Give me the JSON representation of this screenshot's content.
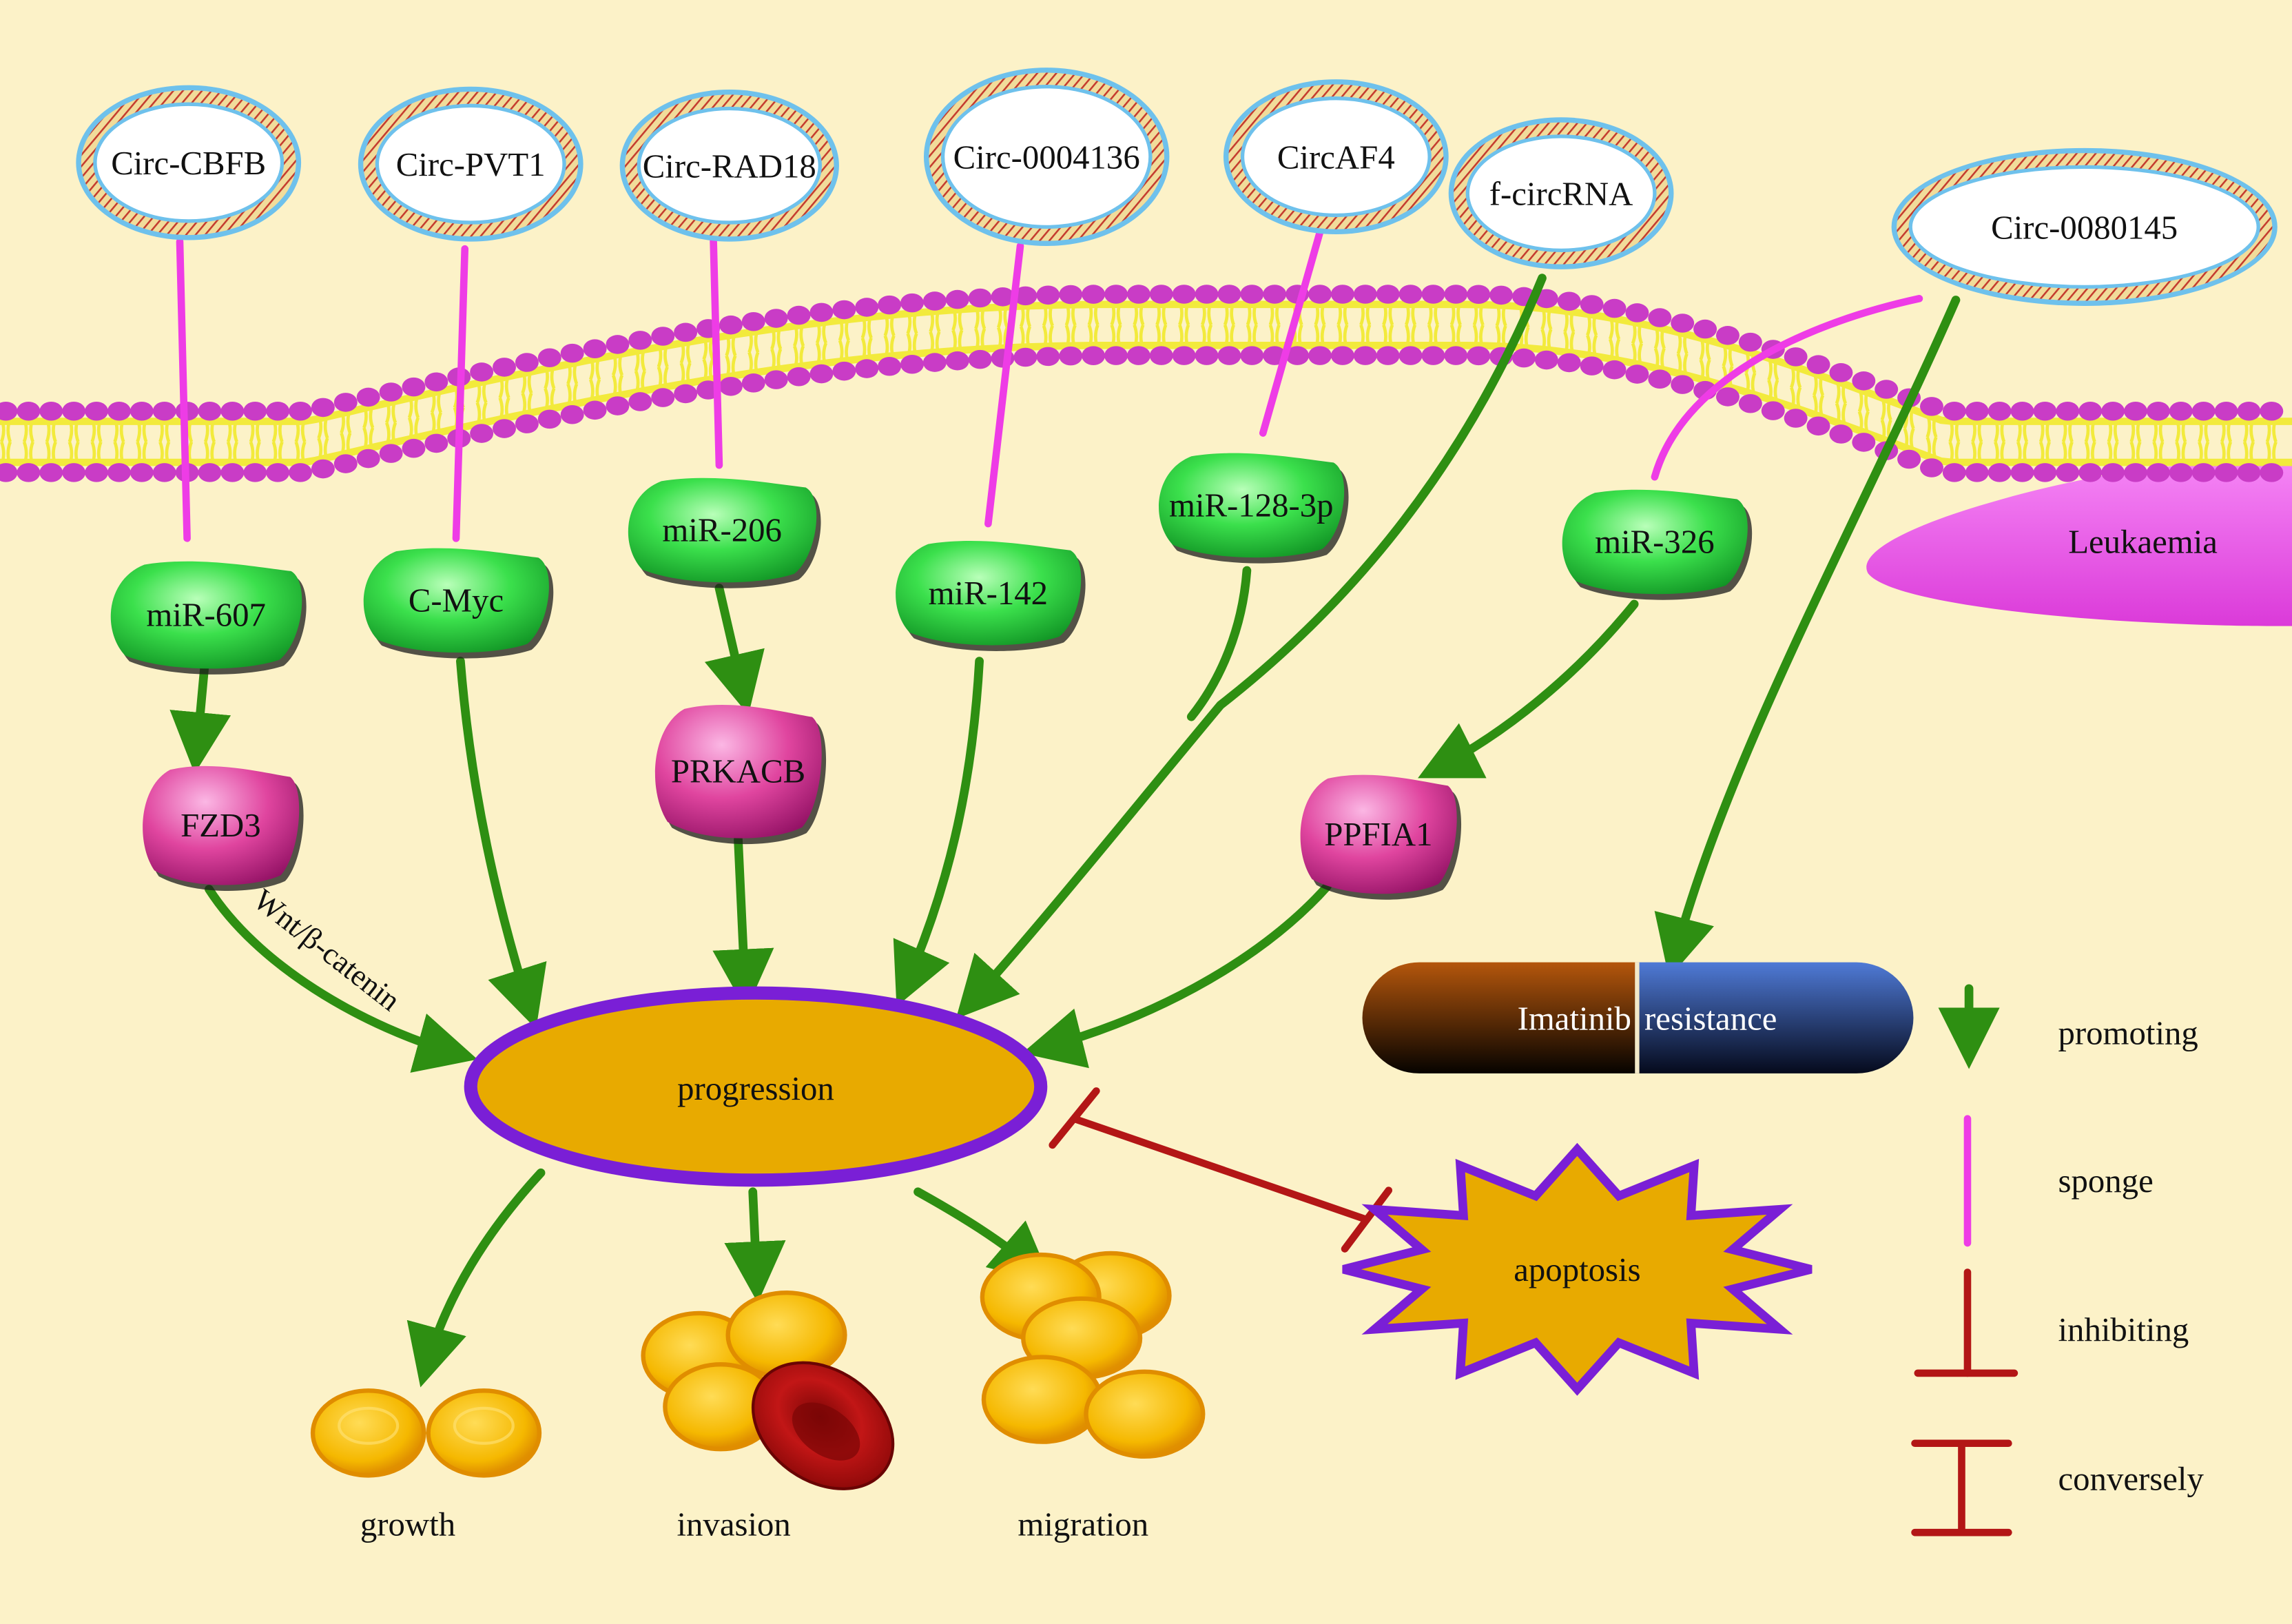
{
  "colors": {
    "background": "#fcf2c8",
    "membrane_head": "#c93cc6",
    "membrane_tail": "#f2ea3c",
    "sponge": "#ee3ce6",
    "promote": "#2e8f12",
    "inhibit": "#b31616",
    "progression_fill": "#e8aa00",
    "progression_stroke": "#7a1fd6",
    "mirna_fill": "#3be04c",
    "target_fill": "#e0459f",
    "cell": "#f0a800",
    "rbc": "#b01010",
    "leukaemia": "#e64fe6"
  },
  "circrnas": [
    "Circ-CBFB",
    "Circ-PVT1",
    "Circ-RAD18",
    "Circ-0004136",
    "CircAF4",
    "f-circRNA",
    "Circ-0080145"
  ],
  "mirnas": [
    "miR-607",
    "C-Myc",
    "miR-206",
    "miR-142",
    "miR-128-3p",
    "miR-326"
  ],
  "targets": [
    "FZD3",
    "PRKACB",
    "PPFIA1"
  ],
  "pathway_label": "Wnt/β-catenin",
  "leukaemia_label": "Leukaemia",
  "progression_label": "progression",
  "apoptosis_label": "apoptosis",
  "resistance": {
    "left": "Imatinib",
    "right": "resistance"
  },
  "outcomes": [
    "growth",
    "invasion",
    "migration"
  ],
  "legend": [
    {
      "icon": "green-arrow-icon",
      "label": "promoting"
    },
    {
      "icon": "magenta-line-icon",
      "label": "sponge"
    },
    {
      "icon": "red-t-bar-icon",
      "label": "inhibiting"
    },
    {
      "icon": "red-i-bar-icon",
      "label": "conversely"
    }
  ]
}
